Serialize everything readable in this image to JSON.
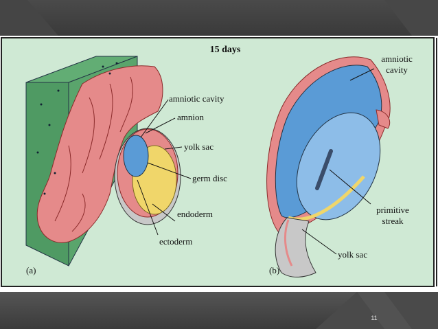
{
  "slide": {
    "number": "11"
  },
  "figure": {
    "title": "15 days",
    "panel_a": {
      "tag": "(a)",
      "labels": {
        "amniotic_cavity": "amniotic cavity",
        "amnion": "amnion",
        "yolk_sac": "yolk sac",
        "germ_disc": "germ disc",
        "endoderm": "endoderm",
        "ectoderm": "ectoderm"
      }
    },
    "panel_b": {
      "tag": "(b)",
      "labels": {
        "amniotic_cavity_line1": "amniotic",
        "amniotic_cavity_line2": "cavity",
        "primitive_streak_line1": "primitive",
        "primitive_streak_line2": "streak",
        "yolk_sac": "yolk sac"
      }
    },
    "colors": {
      "panel_bg": "#cfe9d4",
      "green_tissue": "#4f9a63",
      "pink_tissue": "#e58a8a",
      "blue_cavity": "#5a9bd6",
      "yellow_layer": "#f0d66a",
      "gray_shell": "#c8c8c8"
    }
  }
}
